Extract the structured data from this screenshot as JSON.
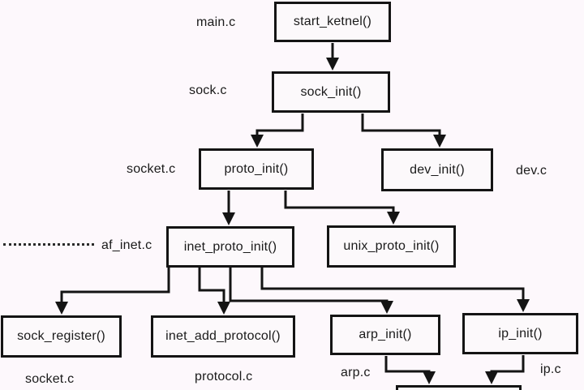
{
  "diagram_type": "call-graph flowchart",
  "nodes": {
    "start_ketnel": {
      "label": "start_ketnel()"
    },
    "sock_init": {
      "label": "sock_init()"
    },
    "proto_init": {
      "label": "proto_init()"
    },
    "dev_init": {
      "label": "dev_init()"
    },
    "inet_proto_init": {
      "label": "inet_proto_init()"
    },
    "unix_proto_init": {
      "label": "unix_proto_init()"
    },
    "sock_register": {
      "label": "sock_register()"
    },
    "inet_add_protocol": {
      "label": "inet_add_protocol()"
    },
    "arp_init": {
      "label": "arp_init()"
    },
    "ip_init": {
      "label": "ip_init()"
    },
    "bottom_partial": {
      "label": ""
    }
  },
  "file_labels": {
    "main": "main.c",
    "sock": "sock.c",
    "socket_top": "socket.c",
    "dev": "dev.c",
    "af_inet": "af_inet.c",
    "socket_bottom": "socket.c",
    "protocol": "protocol.c",
    "arp": "arp.c",
    "ip": "ip.c"
  },
  "edges": [
    {
      "from": "start_ketnel",
      "to": "sock_init"
    },
    {
      "from": "sock_init",
      "to": "proto_init"
    },
    {
      "from": "sock_init",
      "to": "dev_init"
    },
    {
      "from": "proto_init",
      "to": "inet_proto_init"
    },
    {
      "from": "proto_init",
      "to": "unix_proto_init"
    },
    {
      "from": "inet_proto_init",
      "to": "sock_register"
    },
    {
      "from": "inet_proto_init",
      "to": "inet_add_protocol"
    },
    {
      "from": "inet_proto_init",
      "to": "arp_init"
    },
    {
      "from": "inet_proto_init",
      "to": "ip_init"
    },
    {
      "from": "arp_init",
      "to": "bottom_partial"
    },
    {
      "from": "ip_init",
      "to": "bottom_partial"
    }
  ],
  "colors": {
    "background": "#fdf8fc",
    "box_fill": "#fcf9fb",
    "line": "#141414",
    "text": "#1a1a1a"
  }
}
